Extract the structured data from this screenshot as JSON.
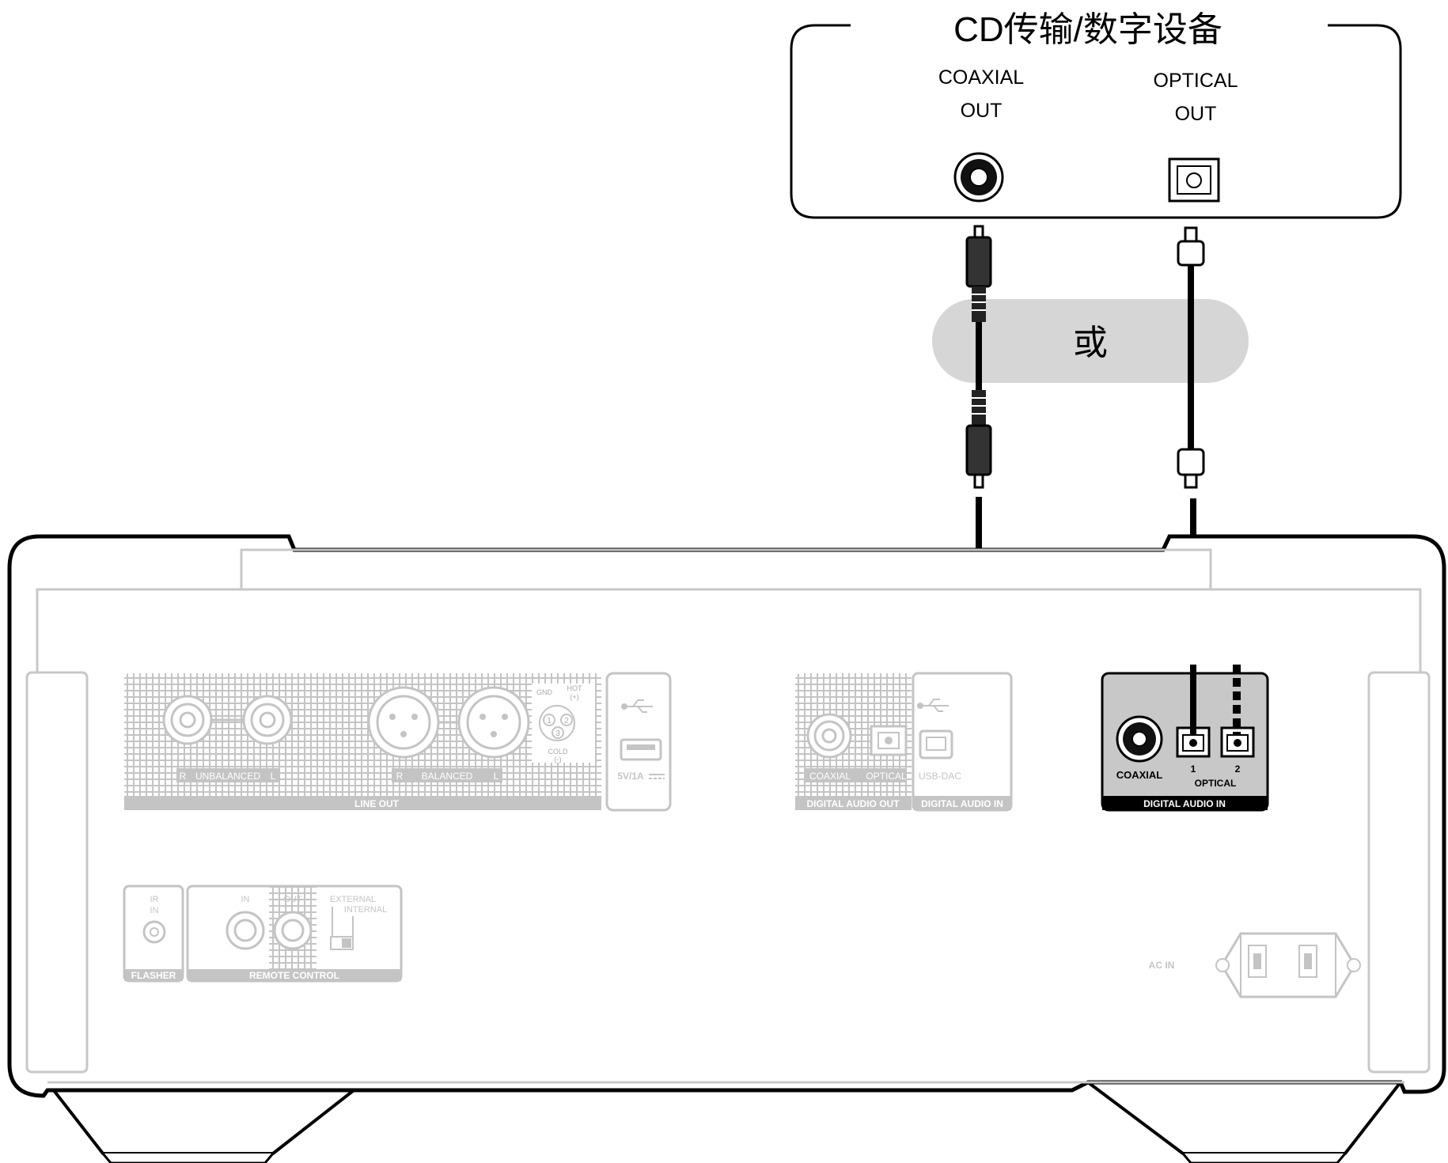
{
  "source_device": {
    "title": "CD传输/数字设备",
    "coaxial_out": [
      "COAXIAL",
      "OUT"
    ],
    "optical_out": [
      "OPTICAL",
      "OUT"
    ]
  },
  "or_label": "或",
  "unit": {
    "line_out": {
      "label": "LINE OUT",
      "unbalanced": "UNBALANCED",
      "balanced": "BALANCED",
      "r": "R",
      "l": "L",
      "gnd": "GND",
      "hot": [
        "HOT",
        "(+)"
      ],
      "cold": [
        "COLD",
        "(-)"
      ],
      "pins": [
        "1",
        "2",
        "3"
      ]
    },
    "usb": {
      "rating": "5V/1A"
    },
    "digital_audio_out": {
      "label": "DIGITAL AUDIO OUT",
      "coaxial": "COAXIAL",
      "optical": "OPTICAL"
    },
    "digital_audio_in_usb": {
      "label": "DIGITAL AUDIO IN",
      "usb_dac": "USB-DAC"
    },
    "digital_audio_in": {
      "label": "DIGITAL AUDIO IN",
      "coaxial": "COAXIAL",
      "optical": "OPTICAL",
      "input_1": "1",
      "input_2": "2"
    },
    "flasher": {
      "label": "FLASHER",
      "ir_in": [
        "IR",
        "IN"
      ]
    },
    "remote_control": {
      "label": "REMOTE CONTROL",
      "in": "IN",
      "out": "OUT",
      "external": "EXTERNAL",
      "internal": "INTERNAL"
    },
    "ac_in": "AC IN"
  }
}
